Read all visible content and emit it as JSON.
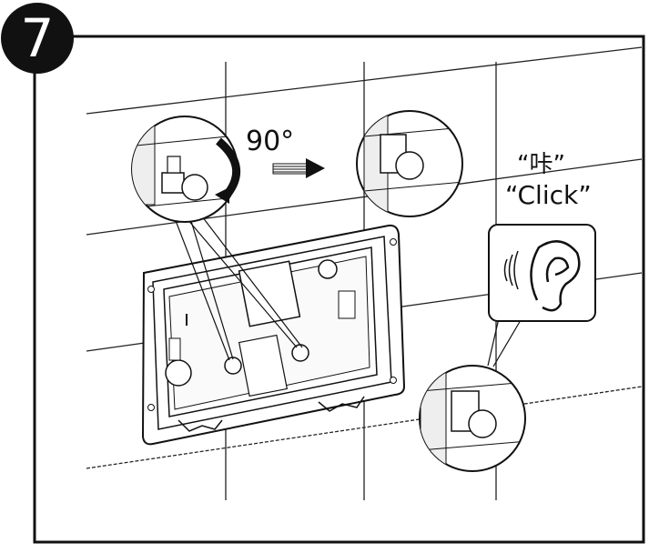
{
  "step": {
    "number": "7"
  },
  "labels": {
    "rotation_angle": "90°",
    "click_chinese": "“咔”",
    "click_english": "“Click”"
  },
  "icons": [
    "step-badge",
    "rotation-arrow-icon",
    "direction-arrow-icon",
    "sound-waves-icon",
    "ear-icon",
    "magnifier-callout"
  ],
  "colors": {
    "ink": "#111111",
    "background": "#ffffff"
  }
}
